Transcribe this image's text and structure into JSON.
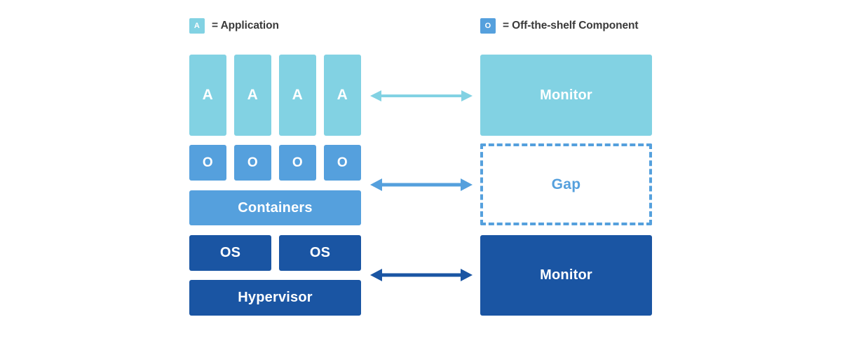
{
  "legend": {
    "items": [
      {
        "name": "application",
        "glyph": "A",
        "text": "= Application",
        "color": "#82d2e3"
      },
      {
        "name": "off-the-shelf-component",
        "glyph": "O",
        "text": "= Off-the-shelf Component",
        "color": "#55a0dd"
      }
    ]
  },
  "colors": {
    "application": "#82d2e3",
    "component": "#55a0dd",
    "platform": "#1a55a3",
    "gap_border": "#55a0dd",
    "gap_text": "#55a0dd",
    "block_text": "#ffffff",
    "legend_text": "#3a3a3a",
    "background": "#ffffff"
  },
  "left_stack": {
    "application_row": {
      "label": "application-cells",
      "cells": [
        {
          "text": "A"
        },
        {
          "text": "A"
        },
        {
          "text": "A"
        },
        {
          "text": "A"
        }
      ]
    },
    "component_row": {
      "label": "component-cells",
      "cells": [
        {
          "text": "O"
        },
        {
          "text": "O"
        },
        {
          "text": "O"
        },
        {
          "text": "O"
        }
      ]
    },
    "containers": {
      "text": "Containers"
    },
    "os_row": {
      "cells": [
        {
          "text": "OS"
        },
        {
          "text": "OS"
        }
      ]
    },
    "hypervisor": {
      "text": "Hypervisor"
    }
  },
  "right_stack": {
    "monitor_top": {
      "text": "Monitor"
    },
    "gap": {
      "text": "Gap"
    },
    "monitor_bottom": {
      "text": "Monitor"
    }
  },
  "arrows": [
    {
      "name": "arrow-application-monitor",
      "color": "#82d2e3",
      "direction": "bidirectional"
    },
    {
      "name": "arrow-containers-gap",
      "color": "#55a0dd",
      "direction": "bidirectional"
    },
    {
      "name": "arrow-hypervisor-monitor",
      "color": "#1a55a3",
      "direction": "bidirectional"
    }
  ]
}
